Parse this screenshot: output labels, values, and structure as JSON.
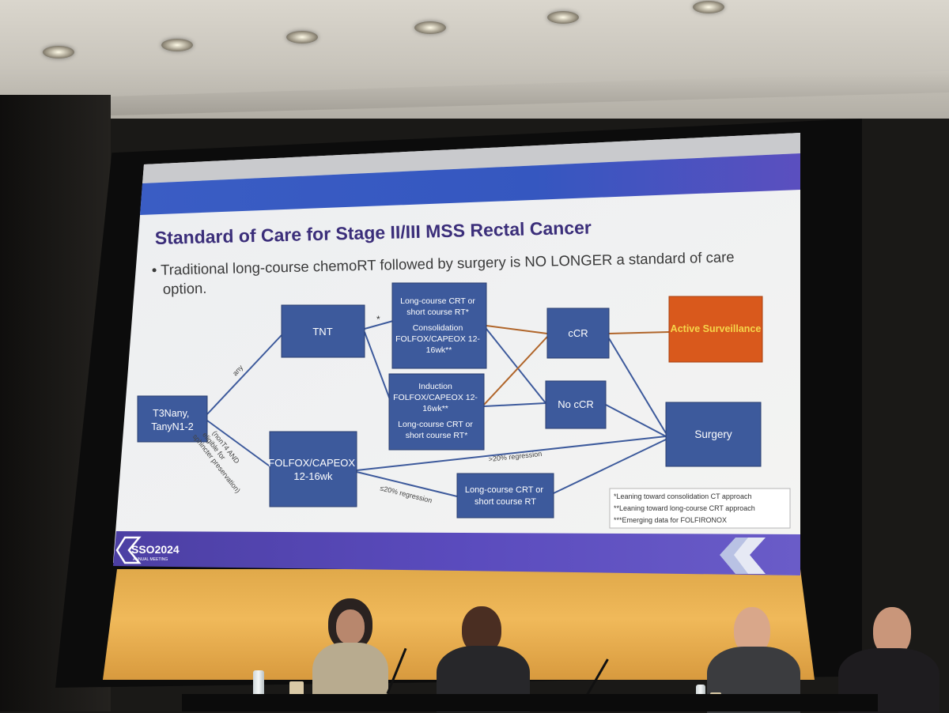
{
  "slide": {
    "title": "Standard of Care for Stage II/III MSS Rectal Cancer",
    "bullet_line1": "• Traditional long-course chemoRT followed by surgery is NO LONGER a standard of  care",
    "bullet_line2": "option.",
    "boxes": {
      "start": [
        "T3Nany,",
        "TanyN1-2"
      ],
      "tnt": [
        "TNT"
      ],
      "folfox": [
        "FOLFOX/CAPEOX",
        "12-16wk"
      ],
      "consolidation": [
        "Long-course CRT or",
        "short course RT*",
        "Consolidation",
        "FOLFOX/CAPEOX 12-",
        "16wk**"
      ],
      "induction": [
        "Induction",
        "FOLFOX/CAPEOX 12-",
        "16wk**",
        "Long-course CRT or",
        "short course RT*"
      ],
      "ccr": [
        "cCR"
      ],
      "no_ccr": [
        "No cCR"
      ],
      "active": [
        "Active Surveillance"
      ],
      "surgery": [
        "Surgery"
      ],
      "lcrt": [
        "Long-course CRT or",
        "short course RT"
      ]
    },
    "edge_labels": {
      "any": "any",
      "star": "*",
      "nont4": [
        "(nonT4 AND",
        "eligible for",
        "sphincter preservation)"
      ],
      "gt20": ">20% regression",
      "le20": "≤20% regression"
    },
    "footnotes": [
      "*Leaning toward consolidation CT approach",
      "**Leaning toward long-course CRT approach",
      "***Emerging data for FOLFIRONOX"
    ],
    "logo": {
      "main": "SSO2024",
      "sub": "ANNUAL MEETING"
    },
    "colors": {
      "box_blue": "#3d5a9c",
      "active_orange": "#d9591c",
      "active_text": "#f6d64a",
      "title_purple": "#3b2e7a",
      "banner_blue": "#3557c0",
      "banner_purple": "#5b4fbf"
    }
  }
}
